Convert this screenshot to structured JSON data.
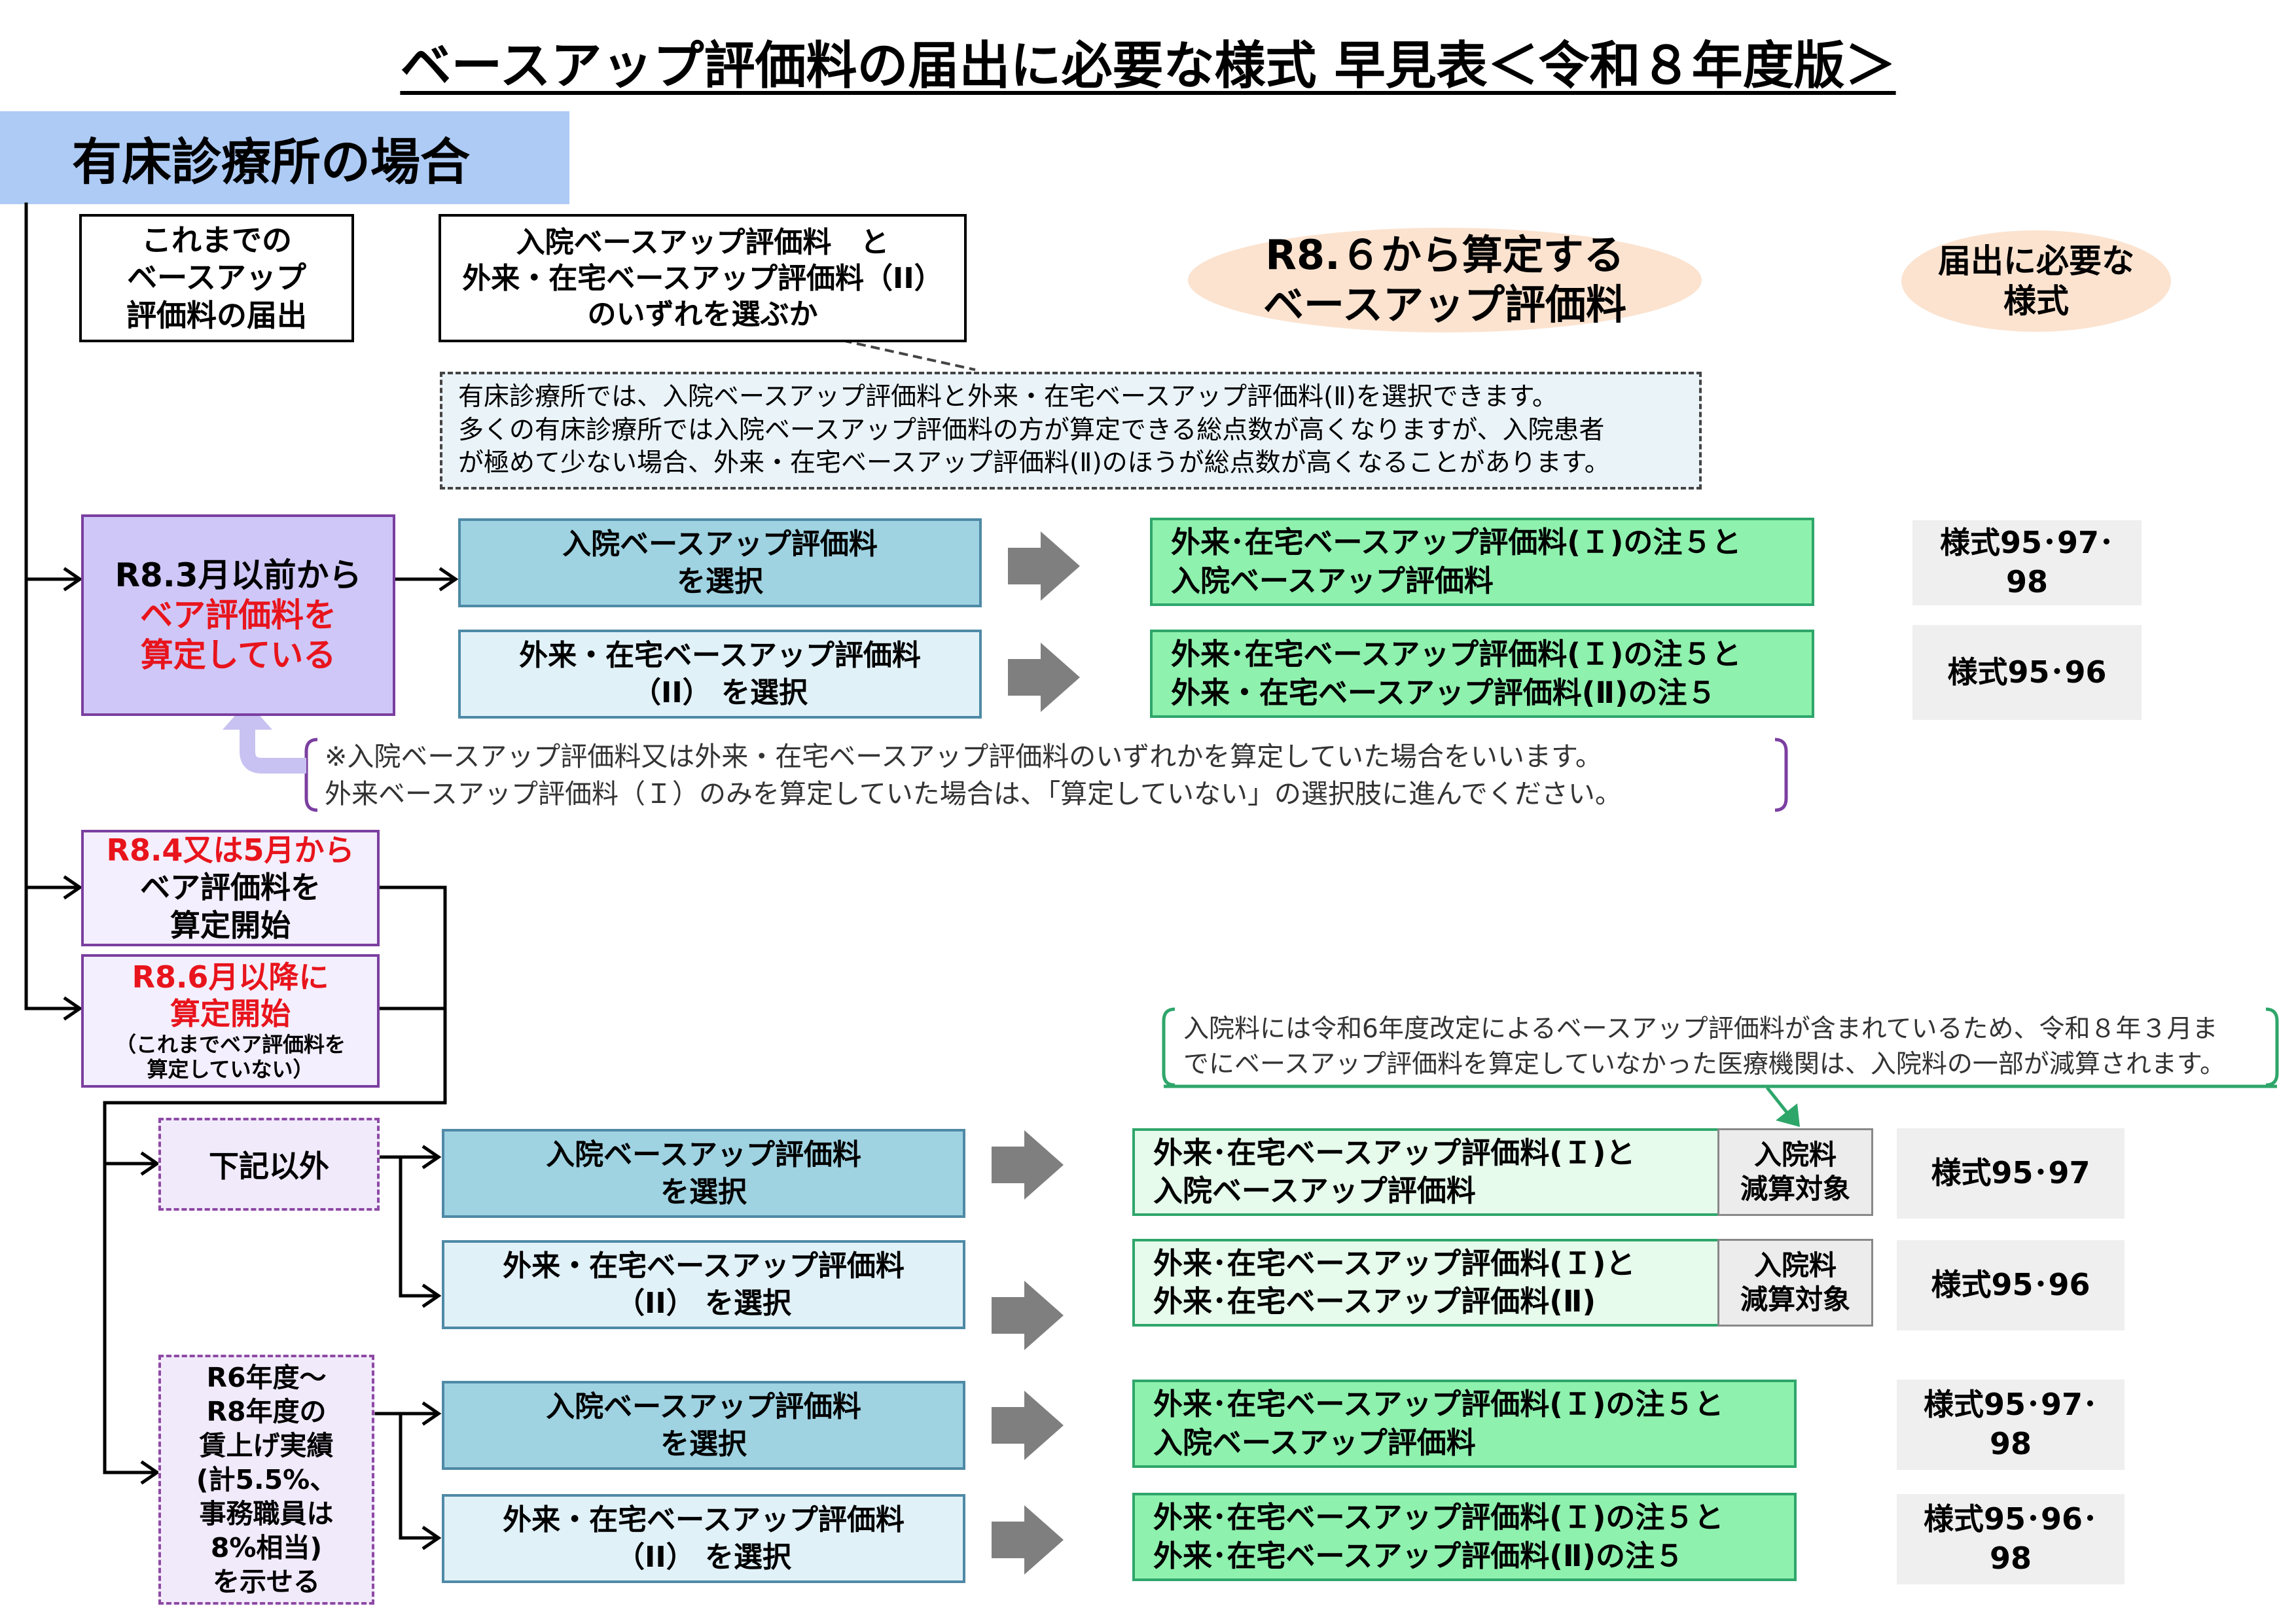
{
  "title": "ベースアップ評価料の届出に必要な様式 早見表＜令和８年度版＞",
  "section_title": "有床診療所の場合",
  "headers": {
    "col1": [
      "これまでの",
      "ベースアップ",
      "評価料の届出"
    ],
    "col2": [
      "入院ベースアップ評価料　と",
      "外来・在宅ベースアップ評価料（II）",
      "のいずれを選ぶか"
    ],
    "col3": [
      "R8.６から算定する",
      "ベースアップ評価料"
    ],
    "col4": [
      "届出に必要な",
      "様式"
    ]
  },
  "top_note": [
    "有床診療所では、入院ベースアップ評価料と外来・在宅ベースアップ評価料(Ⅱ)を選択できます。",
    "多くの有床診療所では入院ベースアップ評価料の方が算定できる総点数が高くなりますが、入院患者",
    "が極めて少ない場合、外来・在宅ベースアップ評価料(Ⅱ)のほうが総点数が高くなることがあります。"
  ],
  "condition_a": {
    "line1": "R8.3月以前から",
    "line2": "ベア評価料を",
    "line3": "算定している"
  },
  "condition_a_note": [
    "※入院ベースアップ評価料又は外来・在宅ベースアップ評価料のいずれかを算定していた場合をいいます。",
    "外来ベースアップ評価料（Ｉ）のみを算定していた場合は、「算定していない」の選択肢に進んでください。"
  ],
  "condition_b": {
    "line1": "R8.4又は5月から",
    "line2": "ベア評価料を",
    "line3": "算定開始"
  },
  "condition_c": {
    "line1": "R8.6月以降に",
    "line2": "算定開始",
    "line3": "（これまでベア評価料を",
    "line4": "算定していない）"
  },
  "reduction_note": [
    "入院料には令和6年度改定によるベースアップ評価料が含まれているため、令和８年３月ま",
    "でにベースアップ評価料を算定していなかった医療機関は、入院料の一部が減算されます。"
  ],
  "sub_condition_other": "下記以外",
  "sub_condition_wage": [
    "R6年度～",
    "R8年度の",
    "賃上げ実績",
    "(計5.5%、",
    "事務職員は",
    "8%相当)",
    "を示せる"
  ],
  "choices": {
    "inpatient": [
      "入院ベースアップ評価料",
      "を選択"
    ],
    "outpatient": [
      "外来・在宅ベースアップ評価料",
      "（II） を選択"
    ]
  },
  "results": {
    "a1": [
      "外来･在宅ベースアップ評価料(Ｉ)の注５と",
      "入院ベースアップ評価料"
    ],
    "a2": [
      "外来･在宅ベースアップ評価料(Ｉ)の注５と",
      "外来・在宅ベースアップ評価料(Ⅱ)の注５"
    ],
    "o1": [
      "外来･在宅ベースアップ評価料(Ｉ)と",
      "入院ベースアップ評価料"
    ],
    "o2": [
      "外来･在宅ベースアップ評価料(Ｉ)と",
      "外来･在宅ベースアップ評価料(Ⅱ)"
    ],
    "w1": [
      "外来･在宅ベースアップ評価料(Ｉ)の注５と",
      "入院ベースアップ評価料"
    ],
    "w2": [
      "外来･在宅ベースアップ評価料(Ｉ)の注５と",
      "外来･在宅ベースアップ評価料(Ⅱ)の注５"
    ]
  },
  "reduction_label": [
    "入院料",
    "減算対象"
  ],
  "forms": {
    "a1": [
      "様式95･97･",
      "98"
    ],
    "a2": "様式95･96",
    "o1": "様式95･97",
    "o2": "様式95･96",
    "w1": [
      "様式95･97･",
      "98"
    ],
    "w2": [
      "様式95･96･",
      "98"
    ]
  },
  "colors": {
    "section_bg": "#aecbf5",
    "red_text": "#e8141c",
    "purple_border": "#7b3fa0",
    "inpatient_fill": "#9fd3e2",
    "result_fill": "#8ef1ae",
    "oval_fill": "#fbe3d0"
  }
}
